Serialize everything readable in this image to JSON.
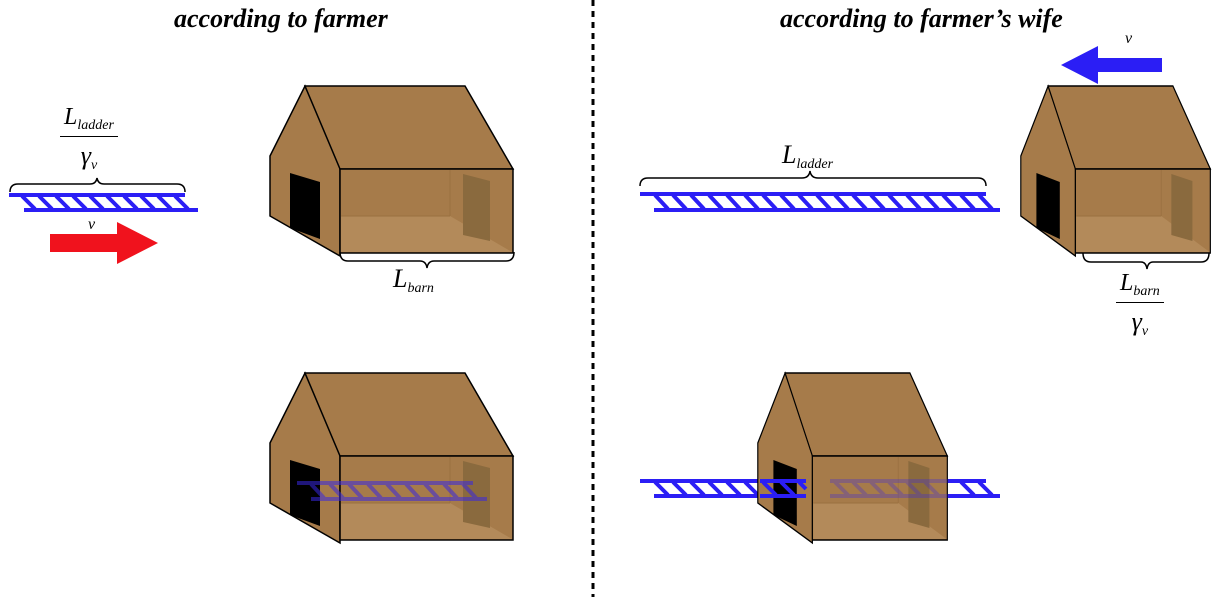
{
  "panels": {
    "left": {
      "title": "according to farmer",
      "ladder_label": {
        "symbol": "L",
        "subscript": "ladder",
        "denominator": "γ",
        "denominator_sub": "v"
      },
      "barn_label": {
        "symbol": "L",
        "subscript": "barn"
      },
      "velocity_label": "v",
      "arrow_direction": "right"
    },
    "right": {
      "title": "according to farmer’s wife",
      "ladder_label": {
        "symbol": "L",
        "subscript": "ladder"
      },
      "barn_label": {
        "symbol": "L",
        "subscript": "barn",
        "denominator": "γ",
        "denominator_sub": "v"
      },
      "velocity_label": "v",
      "arrow_direction": "left"
    }
  },
  "colors": {
    "barn": "#a67b4a",
    "barn_floor": "#b38a5a",
    "barn_back_door": "#8a6a3e",
    "door": "#000000",
    "ladder": "#2b1ef5",
    "arrow_right": "#f0121d",
    "arrow_left": "#2b1ef5",
    "divider": "#000000"
  }
}
